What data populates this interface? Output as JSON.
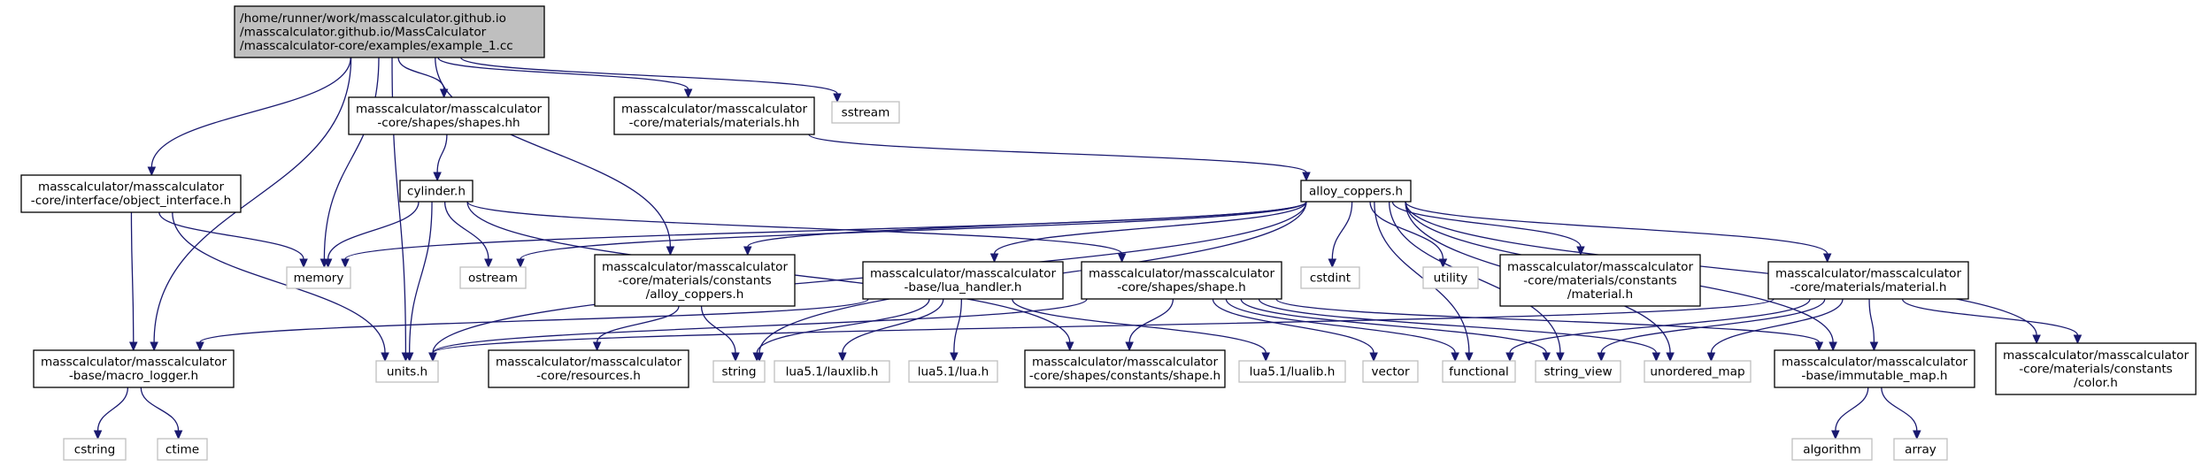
{
  "colors": {
    "edge": "#191970",
    "root_fill": "#bfbfbf",
    "local_border": "#000000",
    "system_border": "#bfbfbf"
  },
  "nodes": {
    "root": {
      "lines": [
        "/home/runner/work/masscalculator.github.io",
        "/masscalculator.github.io/MassCalculator",
        "/masscalculator-core/examples/example_1.cc"
      ],
      "kind": "root"
    },
    "shapes_hh": {
      "lines": [
        "masscalculator/masscalculator",
        "-core/shapes/shapes.hh"
      ],
      "kind": "local"
    },
    "materials_hh": {
      "lines": [
        "masscalculator/masscalculator",
        "-core/materials/materials.hh"
      ],
      "kind": "local"
    },
    "sstream": {
      "lines": [
        "sstream"
      ],
      "kind": "system"
    },
    "object_interface": {
      "lines": [
        "masscalculator/masscalculator",
        "-core/interface/object_interface.h"
      ],
      "kind": "local"
    },
    "cylinder": {
      "lines": [
        "cylinder.h"
      ],
      "kind": "local"
    },
    "alloy_coppers": {
      "lines": [
        "alloy_coppers.h"
      ],
      "kind": "local"
    },
    "memory": {
      "lines": [
        "memory"
      ],
      "kind": "system"
    },
    "ostream": {
      "lines": [
        "ostream"
      ],
      "kind": "system"
    },
    "constants_alloy": {
      "lines": [
        "masscalculator/masscalculator",
        "-core/materials/constants",
        "/alloy_coppers.h"
      ],
      "kind": "local"
    },
    "cstdint": {
      "lines": [
        "cstdint"
      ],
      "kind": "system"
    },
    "utility": {
      "lines": [
        "utility"
      ],
      "kind": "system"
    },
    "constants_material": {
      "lines": [
        "masscalculator/masscalculator",
        "-core/materials/constants",
        "/material.h"
      ],
      "kind": "local"
    },
    "material_h": {
      "lines": [
        "masscalculator/masscalculator",
        "-core/materials/material.h"
      ],
      "kind": "local"
    },
    "lua_handler": {
      "lines": [
        "masscalculator/masscalculator",
        "-base/lua_handler.h"
      ],
      "kind": "local"
    },
    "shape_h": {
      "lines": [
        "masscalculator/masscalculator",
        "-core/shapes/shape.h"
      ],
      "kind": "local"
    },
    "macro_logger": {
      "lines": [
        "masscalculator/masscalculator",
        "-base/macro_logger.h"
      ],
      "kind": "local"
    },
    "units": {
      "lines": [
        "units.h"
      ],
      "kind": "system"
    },
    "resources": {
      "lines": [
        "masscalculator/masscalculator",
        "-core/resources.h"
      ],
      "kind": "local"
    },
    "string": {
      "lines": [
        "string"
      ],
      "kind": "system"
    },
    "lauxlib": {
      "lines": [
        "lua5.1/lauxlib.h"
      ],
      "kind": "system"
    },
    "lua": {
      "lines": [
        "lua5.1/lua.h"
      ],
      "kind": "system"
    },
    "constants_shape": {
      "lines": [
        "masscalculator/masscalculator",
        "-core/shapes/constants/shape.h"
      ],
      "kind": "local"
    },
    "lualib": {
      "lines": [
        "lua5.1/lualib.h"
      ],
      "kind": "system"
    },
    "vector": {
      "lines": [
        "vector"
      ],
      "kind": "system"
    },
    "functional": {
      "lines": [
        "functional"
      ],
      "kind": "system"
    },
    "string_view": {
      "lines": [
        "string_view"
      ],
      "kind": "system"
    },
    "unordered_map": {
      "lines": [
        "unordered_map"
      ],
      "kind": "system"
    },
    "immutable_map": {
      "lines": [
        "masscalculator/masscalculator",
        "-base/immutable_map.h"
      ],
      "kind": "local"
    },
    "color": {
      "lines": [
        "masscalculator/masscalculator",
        "-core/materials/constants",
        "/color.h"
      ],
      "kind": "local"
    },
    "cstring": {
      "lines": [
        "cstring"
      ],
      "kind": "system"
    },
    "ctime": {
      "lines": [
        "ctime"
      ],
      "kind": "system"
    },
    "algorithm": {
      "lines": [
        "algorithm"
      ],
      "kind": "system"
    },
    "array": {
      "lines": [
        "array"
      ],
      "kind": "system"
    }
  },
  "edges": [
    [
      "root",
      "shapes_hh"
    ],
    [
      "root",
      "materials_hh"
    ],
    [
      "root",
      "sstream"
    ],
    [
      "root",
      "object_interface"
    ],
    [
      "root",
      "memory"
    ],
    [
      "root",
      "units"
    ],
    [
      "root",
      "macro_logger"
    ],
    [
      "root",
      "constants_alloy"
    ],
    [
      "shapes_hh",
      "cylinder"
    ],
    [
      "materials_hh",
      "alloy_coppers"
    ],
    [
      "object_interface",
      "memory"
    ],
    [
      "object_interface",
      "macro_logger"
    ],
    [
      "object_interface",
      "units"
    ],
    [
      "cylinder",
      "memory"
    ],
    [
      "cylinder",
      "ostream"
    ],
    [
      "cylinder",
      "units"
    ],
    [
      "cylinder",
      "shape_h"
    ],
    [
      "cylinder",
      "constants_shape"
    ],
    [
      "alloy_coppers",
      "memory"
    ],
    [
      "alloy_coppers",
      "ostream"
    ],
    [
      "alloy_coppers",
      "constants_alloy"
    ],
    [
      "alloy_coppers",
      "cstdint"
    ],
    [
      "alloy_coppers",
      "utility"
    ],
    [
      "alloy_coppers",
      "constants_material"
    ],
    [
      "alloy_coppers",
      "material_h"
    ],
    [
      "alloy_coppers",
      "lua_handler"
    ],
    [
      "alloy_coppers",
      "units"
    ],
    [
      "alloy_coppers",
      "string"
    ],
    [
      "alloy_coppers",
      "functional"
    ],
    [
      "alloy_coppers",
      "string_view"
    ],
    [
      "alloy_coppers",
      "unordered_map"
    ],
    [
      "alloy_coppers",
      "immutable_map"
    ],
    [
      "alloy_coppers",
      "color"
    ],
    [
      "constants_alloy",
      "resources"
    ],
    [
      "constants_alloy",
      "string"
    ],
    [
      "lua_handler",
      "macro_logger"
    ],
    [
      "lua_handler",
      "string"
    ],
    [
      "lua_handler",
      "lauxlib"
    ],
    [
      "lua_handler",
      "lua"
    ],
    [
      "lua_handler",
      "lualib"
    ],
    [
      "shape_h",
      "units"
    ],
    [
      "shape_h",
      "constants_shape"
    ],
    [
      "shape_h",
      "vector"
    ],
    [
      "shape_h",
      "functional"
    ],
    [
      "shape_h",
      "string_view"
    ],
    [
      "shape_h",
      "unordered_map"
    ],
    [
      "shape_h",
      "immutable_map"
    ],
    [
      "material_h",
      "units"
    ],
    [
      "material_h",
      "functional"
    ],
    [
      "material_h",
      "string_view"
    ],
    [
      "material_h",
      "unordered_map"
    ],
    [
      "material_h",
      "immutable_map"
    ],
    [
      "material_h",
      "color"
    ],
    [
      "macro_logger",
      "cstring"
    ],
    [
      "macro_logger",
      "ctime"
    ],
    [
      "immutable_map",
      "algorithm"
    ],
    [
      "immutable_map",
      "array"
    ]
  ]
}
